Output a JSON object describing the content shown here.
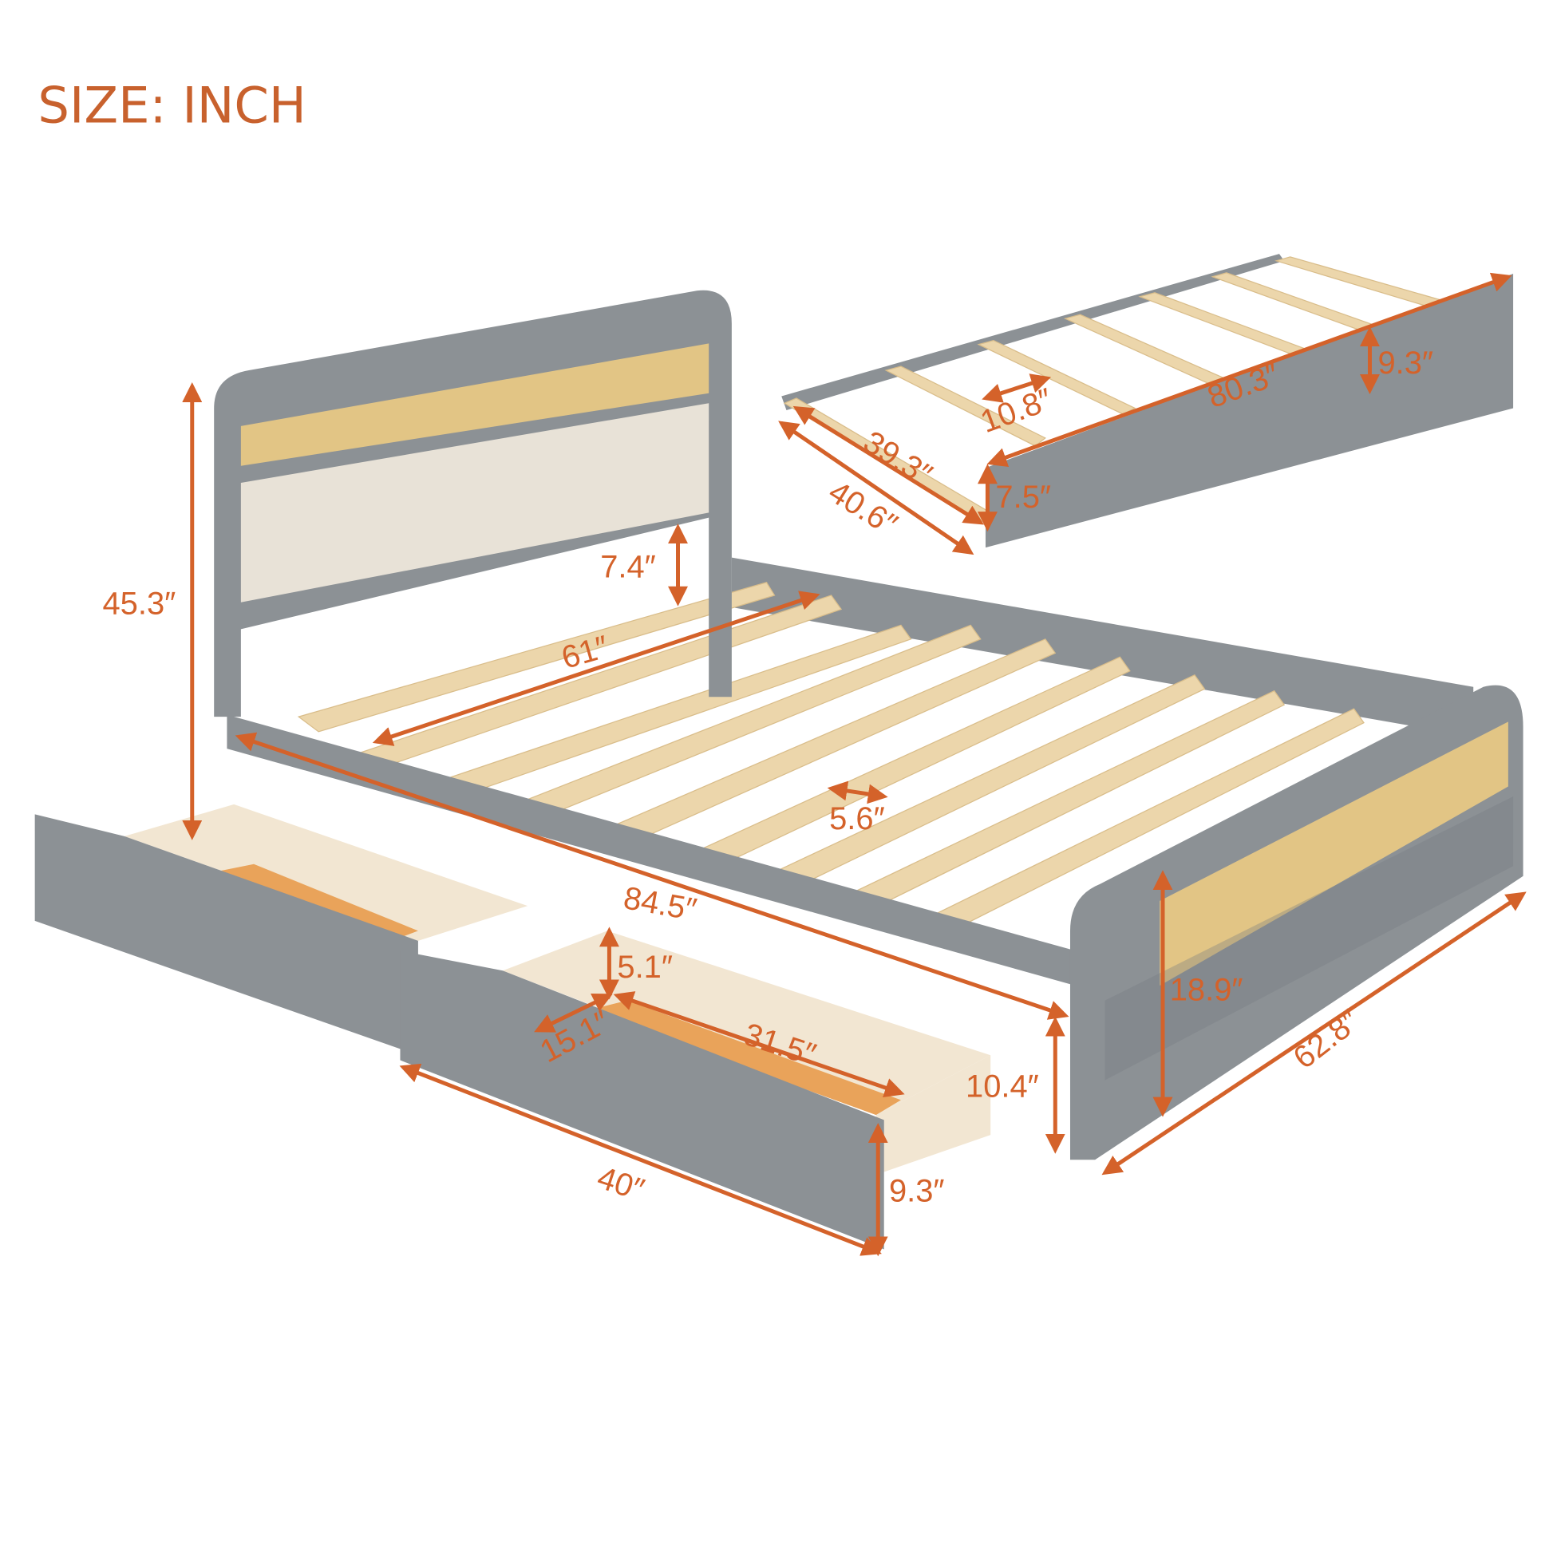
{
  "title": "SIZE: INCH",
  "colors": {
    "accent": "#d4622a",
    "frame": "#8c9195",
    "slat": "#ecd6ab",
    "rattan": "#e2c585",
    "cushion": "#e8e2d7"
  },
  "bed": {
    "headboard_height": "45.3″",
    "headboard_to_slat": "7.4″",
    "inner_width": "61″",
    "slat_gap": "5.6″",
    "overall_length": "84.5″",
    "footboard_height": "18.9″",
    "side_rail_height": "10.4″",
    "overall_width": "62.8″"
  },
  "trundle": {
    "slat_gap": "10.8″",
    "inner_width": "39.3″",
    "overall_width": "40.6″",
    "length": "80.3″",
    "panel_height": "9.3″",
    "side_height": "7.5″"
  },
  "drawer": {
    "inner_height": "5.1″",
    "inner_depth": "15.1″",
    "inner_length": "31.5″",
    "length": "40″",
    "height": "9.3″"
  }
}
